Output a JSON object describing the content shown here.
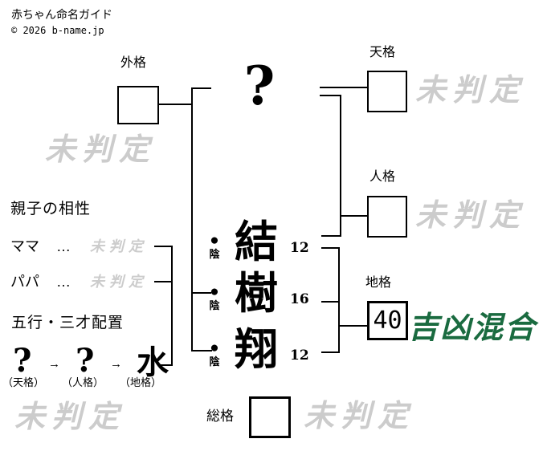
{
  "page": {
    "title": "赤ちゃん命名ガイド",
    "copyright": "© 2026 b-name.jp"
  },
  "colors": {
    "ink": "#000000",
    "undetermined": "#cccccc",
    "mixed_fortune": "#1a6b40"
  },
  "diagram": {
    "surname_placeholder": "?",
    "undetermined_watermark": "未判定",
    "name": [
      {
        "char": "結",
        "strokes": "12",
        "inyo_symbol": "●",
        "inyo_label": "陰"
      },
      {
        "char": "樹",
        "strokes": "16",
        "inyo_symbol": "●",
        "inyo_label": "陰"
      },
      {
        "char": "翔",
        "strokes": "12",
        "inyo_symbol": "●",
        "inyo_label": "陰"
      }
    ],
    "gaikaku": {
      "label": "外格",
      "value": "",
      "result": "未判定"
    },
    "tenkaku": {
      "label": "天格",
      "value": "",
      "result": "未判定"
    },
    "jinkaku": {
      "label": "人格",
      "value": "",
      "result": "未判定"
    },
    "chikaku": {
      "label": "地格",
      "value": "40",
      "result": "吉凶混合"
    },
    "soukaku": {
      "label": "総格",
      "value": "",
      "result": "未判定"
    }
  },
  "compatibility": {
    "title": "親子の相性",
    "rows": [
      {
        "label": "ママ",
        "dots": "…",
        "result": "未判定"
      },
      {
        "label": "パパ",
        "dots": "…",
        "result": "未判定"
      }
    ]
  },
  "sansai": {
    "title": "五行・三才配置",
    "arrow": "→",
    "items": [
      {
        "value": "?",
        "label": "（天格）"
      },
      {
        "value": "?",
        "label": "（人格）"
      },
      {
        "value": "水",
        "label": "（地格）"
      }
    ]
  }
}
